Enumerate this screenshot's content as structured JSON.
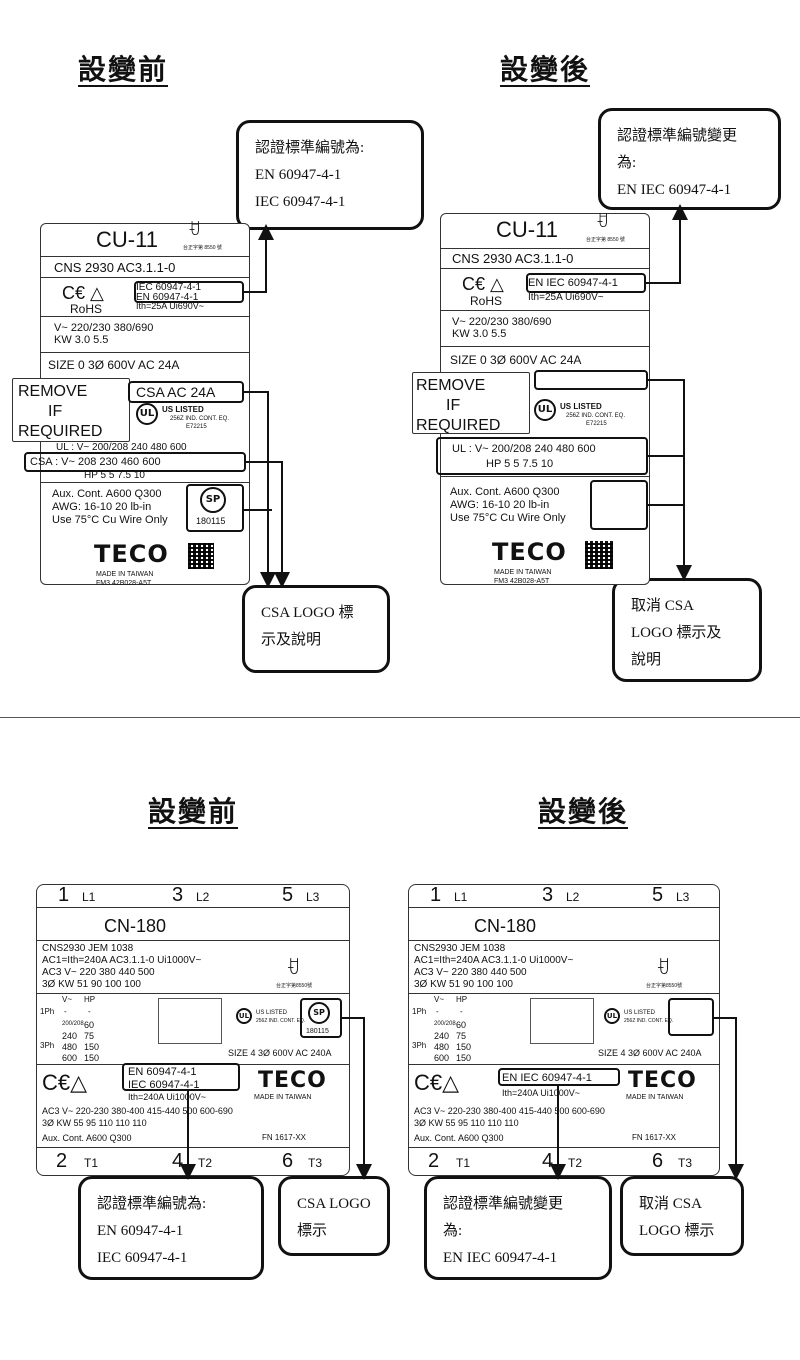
{
  "top": {
    "before_heading": "設變前",
    "after_heading": "設變後",
    "callout_before_cert": [
      "認證標準編號為:",
      "EN 60947-4-1",
      "IEC 60947-4-1"
    ],
    "callout_after_cert": [
      "認證標準編號變更",
      "為:",
      "EN IEC 60947-4-1"
    ],
    "callout_before_csa": [
      "CSA LOGO 標",
      "示及說明"
    ],
    "callout_after_csa": [
      "取消 CSA",
      "LOGO 標示及",
      "說明"
    ],
    "label_before": {
      "model": "CU-11",
      "mark": "台正字第 8550 號",
      "cns": "CNS  2930    AC3.1.1-0",
      "std1": "IEC 60947-4-1",
      "std2": "EN 60947-4-1",
      "ith": "Ith=25A Ui690V~",
      "rohs": "RoHS",
      "v_row": "V~     220/230        380/690",
      "kw_row": "KW        3.0                5.5",
      "size": "SIZE 0  3Ø  600V  AC  24A",
      "remove": [
        "REMOVE",
        "IF",
        "REQUIRED"
      ],
      "csa_box": "CSA  AC  24A",
      "ul_listed": "US LISTED",
      "ind_cont": "256Z IND. CONT. EQ.",
      "e_no": "E72215",
      "ul_row": "UL  : V~  200/208  240   480   600",
      "csa_row": "CSA  : V~     208      230     460    600",
      "hp_row": "HP        5      5     7.5    10",
      "aux": "Aux.  Cont.  A600  Q300",
      "awg": "AWG: 16-10   20  lb-in",
      "wire": "Use 75°C  Cu Wire Only",
      "csa_no": "180115",
      "teco": "TECO",
      "made": "MADE IN TAIWAN",
      "fm": "FM3 42B028-A5T"
    },
    "label_after": {
      "model": "CU-11",
      "mark": "台正字第 8550 號",
      "cns": "CNS  2930    AC3.1.1-0",
      "std": "EN IEC 60947-4-1",
      "ith": "Ith=25A Ui690V~",
      "rohs": "RoHS",
      "v_row": "V~     220/230        380/690",
      "kw_row": "KW        3.0                5.5",
      "size": "SIZE 0  3Ø  600V  AC  24A",
      "remove": [
        "REMOVE",
        "IF",
        "REQUIRED"
      ],
      "ul_listed": "US LISTED",
      "ind_cont": "256Z IND. CONT. EQ.",
      "e_no": "E72215",
      "ul_row": "UL  : V~  200/208   240    480    600",
      "hp_row": "HP       5       5     7.5    10",
      "aux": "Aux.  Cont.  A600  Q300",
      "awg": "AWG: 16-10   20  lb-in",
      "wire": "Use 75°C  Cu Wire Only",
      "teco": "TECO",
      "made": "MADE IN TAIWAN",
      "fm": "FM3 42B028-A5T"
    }
  },
  "bottom": {
    "before_heading": "設變前",
    "after_heading": "設變後",
    "callout_before_cert": [
      "認證標準編號為:",
      "EN 60947-4-1",
      "IEC 60947-4-1"
    ],
    "callout_before_csa": [
      "CSA LOGO",
      "標示"
    ],
    "callout_after_cert": [
      "認證標準編號變更",
      "為:",
      "EN IEC 60947-4-1"
    ],
    "callout_after_csa": [
      "取消 CSA",
      "LOGO 標示"
    ],
    "label_before": {
      "terms_top": [
        "1",
        "L1",
        "3",
        "L2",
        "5",
        "L3"
      ],
      "model": "CN-180",
      "cns": "CNS2930  JEM  1038",
      "ac1": "AC1=Ith=240A  AC3.1.1-0  Ui1000V~",
      "ac3": "AC3    V~     220      380      440      500",
      "kw": "3Ø      KW      51       90      100      100",
      "mark": "台正字第8550號",
      "vhp": [
        "V~",
        "HP"
      ],
      "ph1": "1Ph",
      "ph3": "3Ph",
      "hp_table": [
        "200/208",
        "60",
        "240",
        "75",
        "480",
        "150",
        "600",
        "150"
      ],
      "dash": "-",
      "size": "SIZE 4   3Ø  600V AC 240A",
      "csa_no": "180115",
      "std1": "EN  60947-4-1",
      "std2": "IEC  60947-4-1",
      "ith": "Ith=240A      Ui1000V~",
      "made": "MADE IN TAIWAN",
      "teco": "TECO",
      "ac3_row": "AC3   V~     220-230  380-400  415-440  500  600-690",
      "kw_row": "3Ø     KW        55          95             110     110     110",
      "aux": "Aux.  Cont.  A600  Q300",
      "fn": "FN  1617-XX",
      "terms_bot": [
        "2",
        "T1",
        "4",
        "T2",
        "6",
        "T3"
      ],
      "ul_listed": "US LISTED",
      "ind": "256Z IND. CONT. EQ."
    },
    "label_after": {
      "terms_top": [
        "1",
        "L1",
        "3",
        "L2",
        "5",
        "L3"
      ],
      "model": "CN-180",
      "cns": "CNS2930  JEM  1038",
      "ac1": "AC1=Ith=240A  AC3.1.1-0  Ui1000V~",
      "ac3": "AC3    V~     220      380      440      500",
      "kw": "3Ø      KW      51       90      100      100",
      "mark": "台正字第8550號",
      "vhp": [
        "V~",
        "HP"
      ],
      "ph1": "1Ph",
      "ph3": "3Ph",
      "hp_table": [
        "200/208",
        "60",
        "240",
        "75",
        "480",
        "150",
        "600",
        "150"
      ],
      "dash": "-",
      "size": "SIZE 4   3Ø  600V AC 240A",
      "std": "EN  IEC  60947-4-1",
      "ith": "Ith=240A      Ui1000V~",
      "made": "MADE IN TAIWAN",
      "teco": "TECO",
      "ac3_row": "AC3   V~     220-230  380-400  415-440  500  600-690",
      "kw_row": "3Ø     KW        55          95             110     110     110",
      "aux": "Aux.  Cont.  A600  Q300",
      "fn": "FN  1617-XX",
      "terms_bot": [
        "2",
        "T1",
        "4",
        "T2",
        "6",
        "T3"
      ],
      "ul_listed": "US LISTED",
      "ind": "256Z IND. CONT. EQ."
    }
  }
}
